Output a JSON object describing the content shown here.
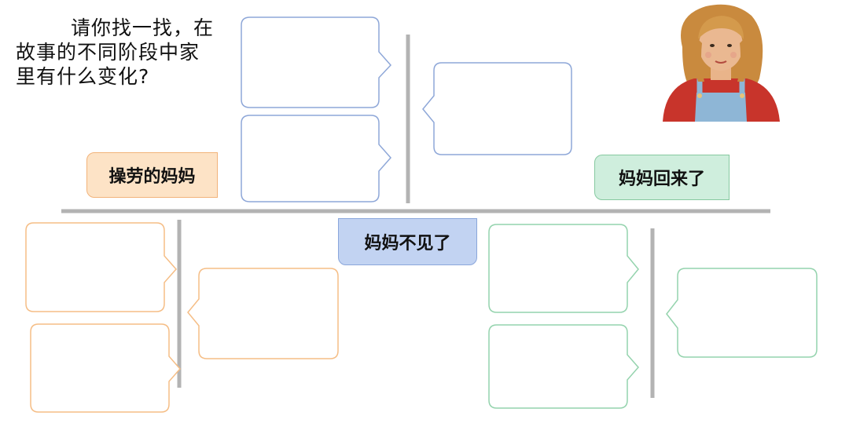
{
  "question": {
    "line1": "请你找一找，在",
    "line2": "故事的不同阶段中家",
    "line3": "里有什么变化?"
  },
  "labels": {
    "hardworking_mom": "操劳的妈妈",
    "mom_returns": "妈妈回来了",
    "mom_missing": "妈妈不见了"
  },
  "colors": {
    "blue_box": "#8ea7d8",
    "orange_box": "#f5bd85",
    "green_box": "#94d3ad",
    "divider": "#b3b3b3"
  },
  "illustration": "girl-portrait-icon"
}
